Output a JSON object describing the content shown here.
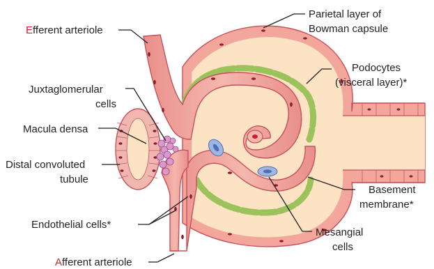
{
  "labels": {
    "efferent": {
      "first": "E",
      "rest": "fferent arteriole"
    },
    "afferent": {
      "first": "A",
      "rest": "fferent arteriole"
    },
    "parietal_line1": "Parietal layer of",
    "parietal_line2": "Bowman capsule",
    "podocytes_line1": "Podocytes",
    "podocytes_line2": "(visceral layer)*",
    "juxta_line1": "Juxtaglomerular",
    "juxta_line2": "cells",
    "macula": "Macula densa",
    "distal_line1": "Distal convoluted",
    "distal_line2": "tubule",
    "basement_line1": "Basement",
    "basement_line2": "membrane*",
    "mesangial_line1": "Mesangial",
    "mesangial_line2": "cells",
    "endothelial": "Endothelial cells*"
  },
  "colors": {
    "label_text": "#231f20",
    "initial_letter": "#c8202f",
    "capsule_fill": "#fbe3c4",
    "capsule_wall": "#f2a9a0",
    "vessel_fill": "#f0a6a0",
    "vessel_outline": "#c8505a",
    "podocyte": "#9cc25b",
    "mesangial": "#4a6fb5",
    "granular_cells": "#c77bb5"
  }
}
